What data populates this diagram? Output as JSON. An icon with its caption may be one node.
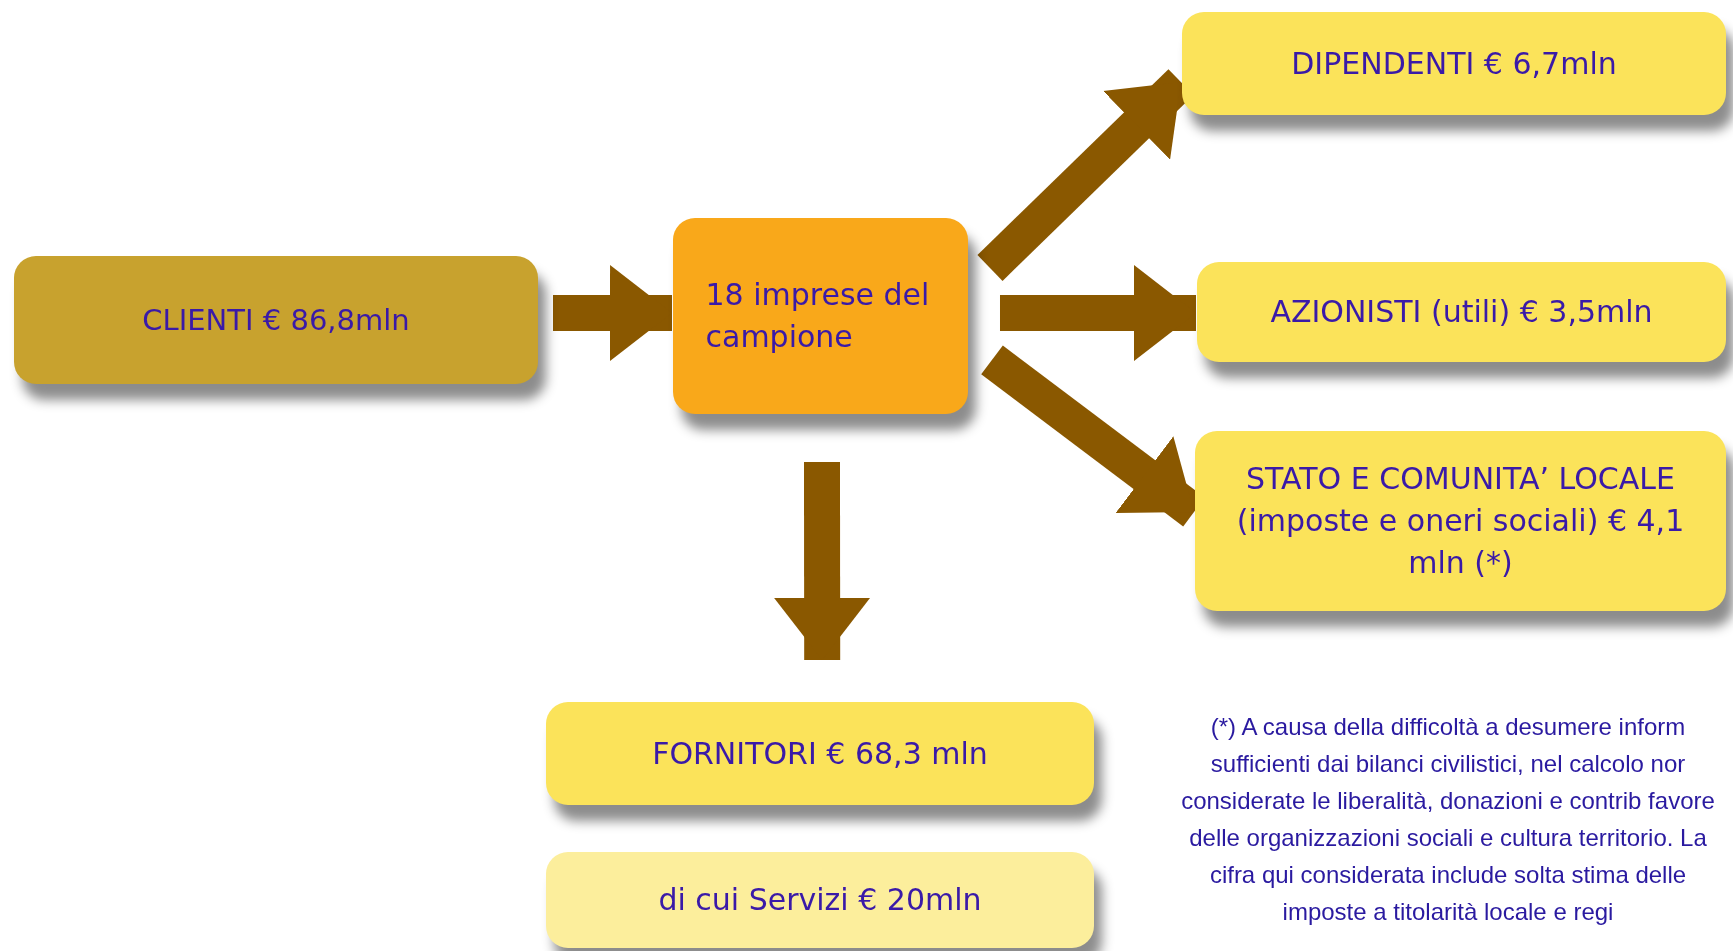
{
  "diagram": {
    "nodes": [
      {
        "text": [
          "CLIENTI € 86,8mln"
        ]
      },
      {
        "text": [
          "18 imprese del campione"
        ]
      },
      {
        "text": [
          "DIPENDENTI  € 6,7mln"
        ]
      },
      {
        "text": [
          "AZIONISTI (utili) € 3,5mln"
        ]
      },
      {
        "text": [
          "STATO E COMUNITA’ LOCALE (imposte e oneri sociali) € 4,1 mln (*)"
        ]
      },
      {
        "text": [
          "FORNITORI € 68,3 mln"
        ]
      },
      {
        "text": [
          "di cui Servizi  € 20mln"
        ]
      }
    ],
    "edges": [
      {
        "from": 0,
        "to": 1,
        "arrow": "to"
      },
      {
        "from": 1,
        "to": 2,
        "arrow": "to"
      },
      {
        "from": 1,
        "to": 3,
        "arrow": "to"
      },
      {
        "from": 1,
        "to": 4,
        "arrow": "to"
      },
      {
        "from": 1,
        "to": 5,
        "arrow": "to"
      }
    ],
    "labels": [
      "(*) A causa della difficoltà a desumere inform sufficienti dai bilanci civilistici, nel calcolo nor considerate le liberalità, donazioni e  contrib favore delle organizzazioni sociali e cultura territorio. La cifra qui considerata include solta stima delle imposte a titolarità locale e  regi"
    ]
  }
}
